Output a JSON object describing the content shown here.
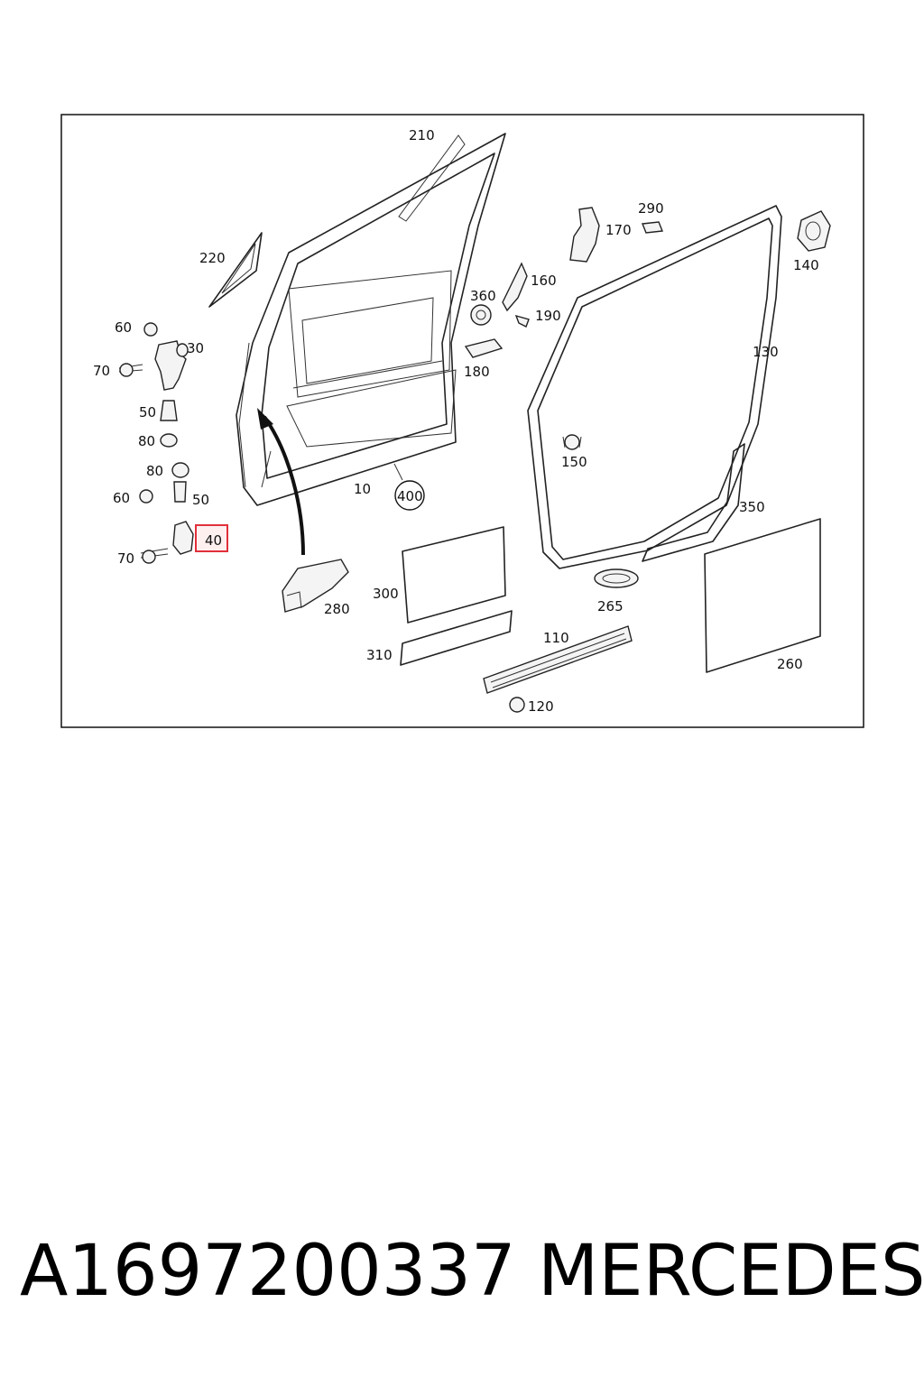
{
  "diagram": {
    "labels": {
      "p10": "10",
      "p30": "30",
      "p40": "40",
      "p50a": "50",
      "p50b": "50",
      "p60a": "60",
      "p60b": "60",
      "p70a": "70",
      "p70b": "70",
      "p80a": "80",
      "p80b": "80",
      "p110": "110",
      "p120": "120",
      "p130": "130",
      "p140": "140",
      "p150": "150",
      "p160": "160",
      "p170": "170",
      "p180": "180",
      "p190": "190",
      "p210": "210",
      "p220": "220",
      "p260": "260",
      "p265": "265",
      "p280": "280",
      "p290": "290",
      "p300": "300",
      "p310": "310",
      "p350": "350",
      "p360": "360",
      "p400": "400"
    },
    "highlight_color": "#e0303a"
  },
  "footer": {
    "part_number": "A1697200337",
    "brand": "MERCEDES"
  }
}
